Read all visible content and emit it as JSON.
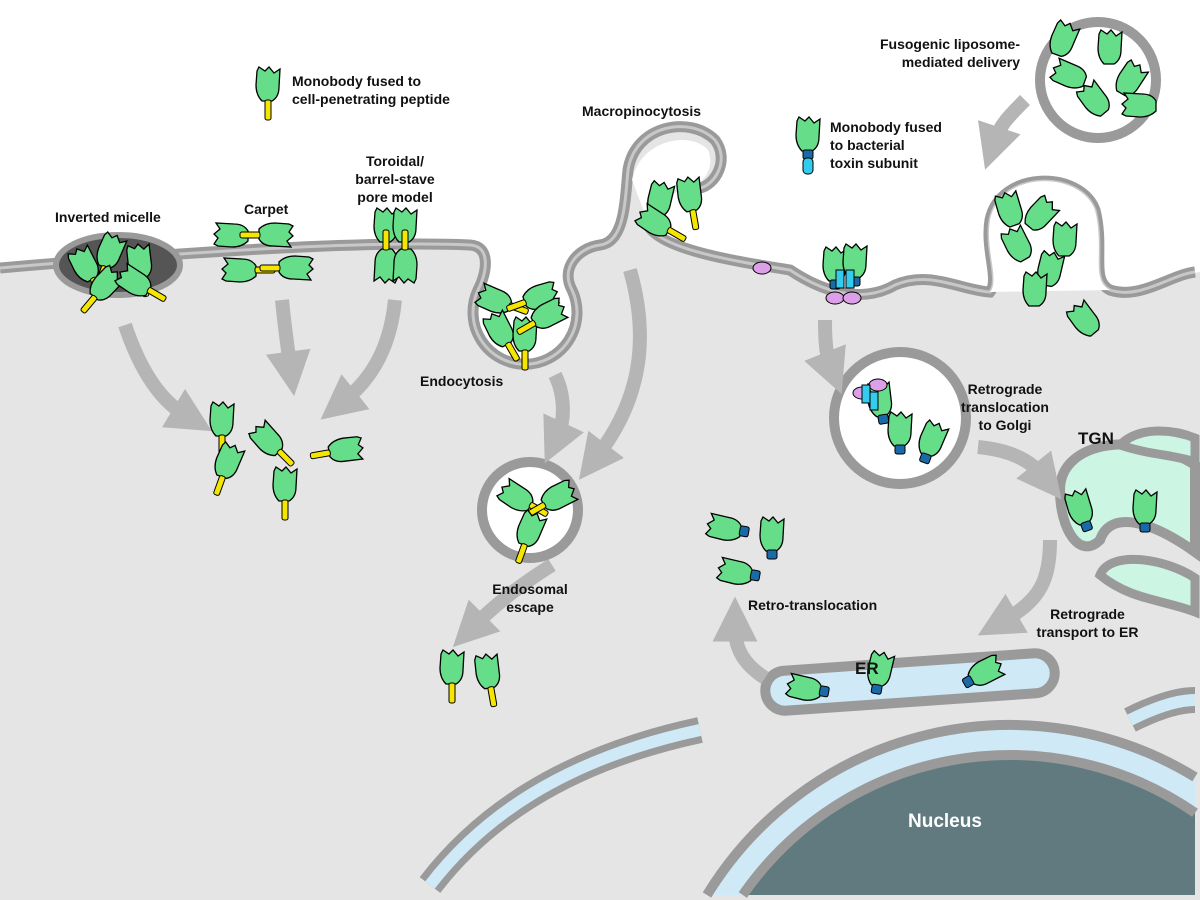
{
  "labels": {
    "cpp_legend": [
      "Monobody fused to",
      "cell-penetrating peptide"
    ],
    "inverted_micelle": "Inverted micelle",
    "carpet": "Carpet",
    "pore_model": [
      "Toroidal/",
      "barrel-stave",
      "pore model"
    ],
    "macropinocytosis": "Macropinocytosis",
    "toxin_legend": [
      "Monobody fused",
      "to bacterial",
      "toxin subunit"
    ],
    "liposome": [
      "Fusogenic liposome-",
      "mediated delivery"
    ],
    "endocytosis": "Endocytosis",
    "retrograde_golgi": [
      "Retrograde",
      "translocation",
      "to Golgi"
    ],
    "tgn": "TGN",
    "endosomal_escape": [
      "Endosomal",
      "escape"
    ],
    "retro_translocation": "Retro-translocation",
    "retrograde_er": [
      "Retrograde",
      "transport to ER"
    ],
    "er": "ER",
    "nucleus": "Nucleus"
  },
  "colors": {
    "cytoplasm": "#e5e5e5",
    "membrane": "#9a9a9a",
    "monobody": "#66dd88",
    "peptide": "#f5e600",
    "toxin_dark": "#1a6aa8",
    "toxin_light": "#33ccee",
    "receptor": "#dda0e8",
    "er_lumen": "#cfeaf6",
    "tgn_lumen": "#ccf5e4",
    "nucleus": "#607a80",
    "arrow": "#b5b5b5"
  }
}
